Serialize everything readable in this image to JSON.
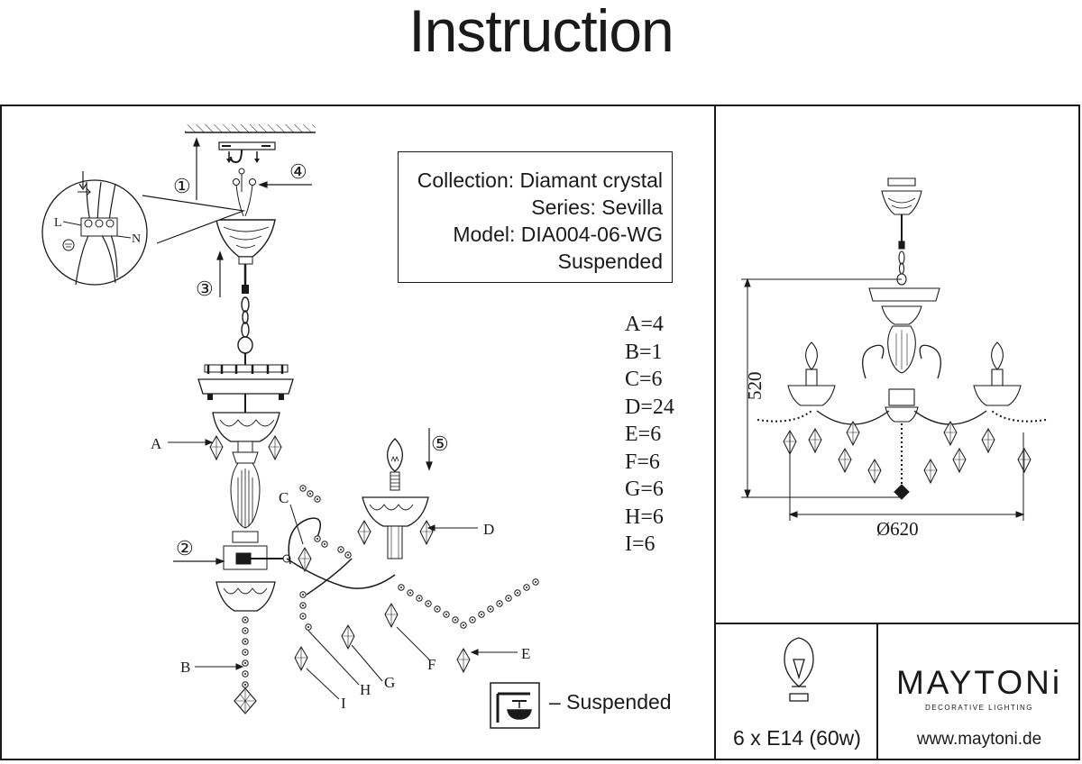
{
  "page": {
    "title": "Instruction"
  },
  "info": {
    "collection": "Collection: Diamant crystal",
    "series": "Series: Sevilla",
    "model": "Model: DIA004-06-WG",
    "type": "Suspended"
  },
  "parts": [
    "A=4",
    "B=1",
    "C=6",
    "D=24",
    "E=6",
    "F=6",
    "G=6",
    "H=6",
    "I=6"
  ],
  "callouts": {
    "a": "A",
    "b": "B",
    "c": "C",
    "d": "D",
    "e": "E",
    "f": "F",
    "g": "G",
    "h": "H",
    "i": "I",
    "l": "L",
    "n": "N"
  },
  "steps": [
    "①",
    "②",
    "③",
    "④",
    "⑤"
  ],
  "dimensions": {
    "height": "520",
    "diameter": "Ø620"
  },
  "legend": {
    "suspended": "– Suspended"
  },
  "bulb": {
    "spec": "6 x E14 (60w)"
  },
  "brand": {
    "name": "MAYTONi",
    "tagline": "DECORATIVE LIGHTING",
    "website": "www.maytoni.de"
  }
}
